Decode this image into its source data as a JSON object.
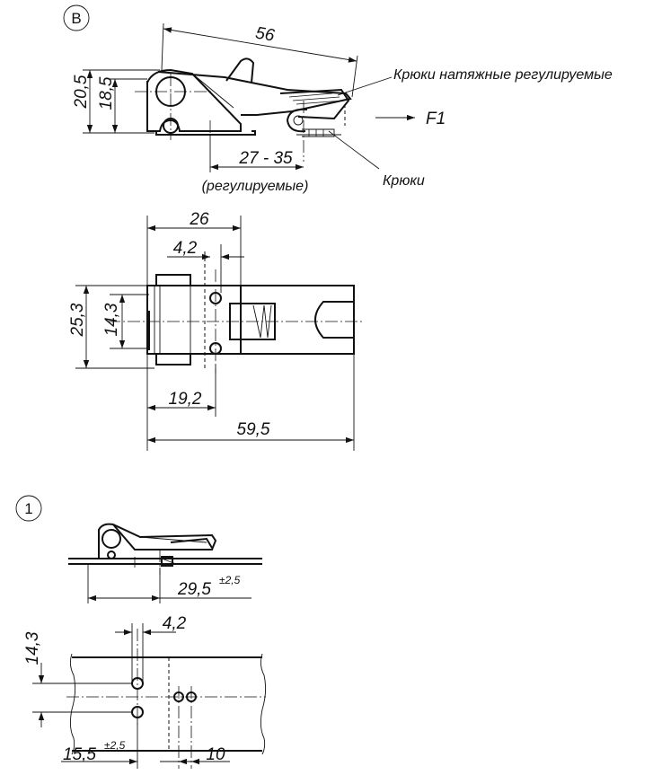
{
  "view_b": {
    "marker": "B",
    "dim_56": "56",
    "dim_20_5": "20,5",
    "dim_18_5": "18,5",
    "dim_27_35": "27 - 35",
    "note_adjustable": "(регулируемые)",
    "label_tension_hooks": "Крюки натяжные регулируемые",
    "label_hooks": "Крюки",
    "force_label": "F1"
  },
  "top_view": {
    "dim_26": "26",
    "dim_4_2": "4,2",
    "dim_25_3": "25,3",
    "dim_14_3": "14,3",
    "dim_19_2": "19,2",
    "dim_59_5": "59,5"
  },
  "view_1": {
    "marker": "1",
    "dim_29_5": "29,5",
    "tol_29_5": "±2,5",
    "dim_14_3": "14,3",
    "dim_4_2": "4,2",
    "dim_15_5": "15,5",
    "tol_15_5": "±2,5",
    "dim_10": "10"
  },
  "colors": {
    "line": "#111111",
    "background": "#ffffff"
  }
}
